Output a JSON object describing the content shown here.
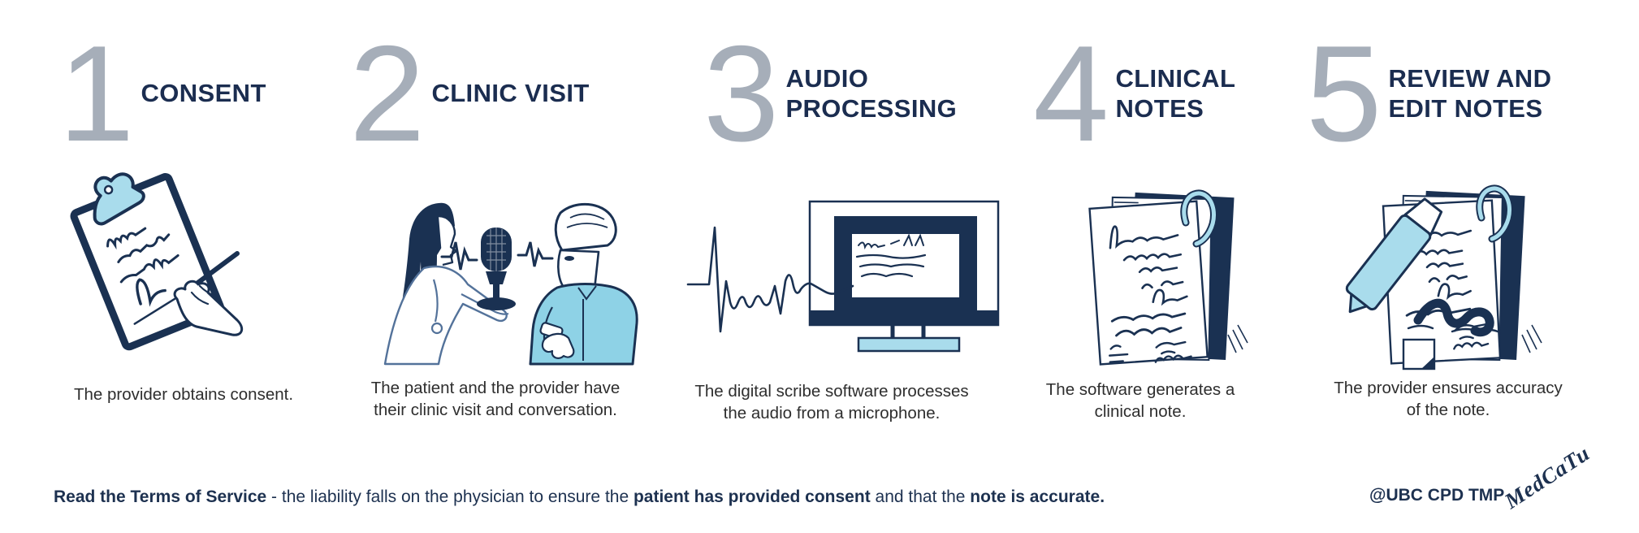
{
  "steps": [
    {
      "number": "1",
      "title_lines": [
        "CONSENT"
      ],
      "caption_lines": [
        "The provider obtains consent."
      ],
      "illustration": "clipboard-consent"
    },
    {
      "number": "2",
      "title_lines": [
        "CLINIC VISIT"
      ],
      "caption_lines": [
        "The patient and the provider have",
        "their clinic visit and conversation."
      ],
      "illustration": "clinic-visit-conversation"
    },
    {
      "number": "3",
      "title_lines": [
        "AUDIO",
        "PROCESSING"
      ],
      "caption_lines": [
        "The digital scribe software processes",
        "the audio from a microphone."
      ],
      "illustration": "waveform-into-computer"
    },
    {
      "number": "4",
      "title_lines": [
        "CLINICAL",
        "NOTES"
      ],
      "caption_lines": [
        "The software generates a",
        "clinical note."
      ],
      "illustration": "clinical-notes-stack"
    },
    {
      "number": "5",
      "title_lines": [
        "REVIEW AND",
        "EDIT NOTES"
      ],
      "caption_lines": [
        "The provider ensures accuracy",
        "of the note."
      ],
      "illustration": "edit-notes-with-marker"
    }
  ],
  "footer": {
    "segments": [
      {
        "text": "Read the Terms of Service",
        "bold": true
      },
      {
        "text": " - the liability falls on the physician to ensure the ",
        "bold": false
      },
      {
        "text": "patient has provided consent",
        "bold": true
      },
      {
        "text": " and that the ",
        "bold": false
      },
      {
        "text": "note is accurate.",
        "bold": true
      }
    ],
    "credit": "@UBC CPD TMP",
    "signature": "MedCaTu"
  },
  "colors": {
    "navy_line": "#1a3152",
    "title_navy": "#1b2d50",
    "number_gray": "#a6aeb9",
    "light_blue": "#a9dcec",
    "shirt_blue": "#8ed2e6",
    "caption_gray": "#2e2e2e"
  }
}
